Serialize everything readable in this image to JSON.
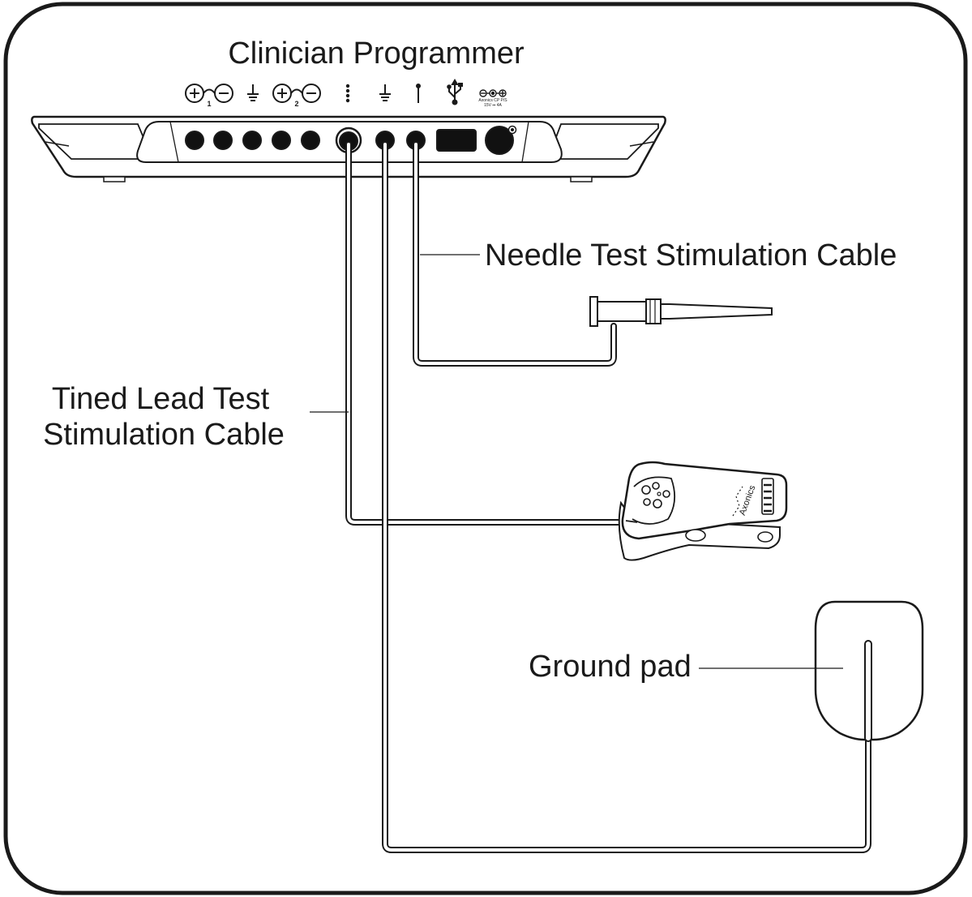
{
  "labels": {
    "title": "Clinician Programmer",
    "needle_cable": "Needle Test Stimulation Cable",
    "tined_cable_line1": "Tined Lead Test",
    "tined_cable_line2": "Stimulation Cable",
    "ground_pad": "Ground pad"
  },
  "port_markings": {
    "group1_number": "1",
    "group2_number": "2",
    "power_rating_line1": "Axonics CP P/S",
    "power_rating_line2": "15V ⎓ 4A"
  },
  "device": {
    "brand_text": "Axonics"
  },
  "icons": [
    "plus-minus-port-icon",
    "ground-icon",
    "tined-lead-icon",
    "needle-icon",
    "usb-icon",
    "dc-power-icon"
  ],
  "colors": {
    "stroke": "#1a1a1a",
    "background": "#ffffff",
    "port": "#111111"
  }
}
